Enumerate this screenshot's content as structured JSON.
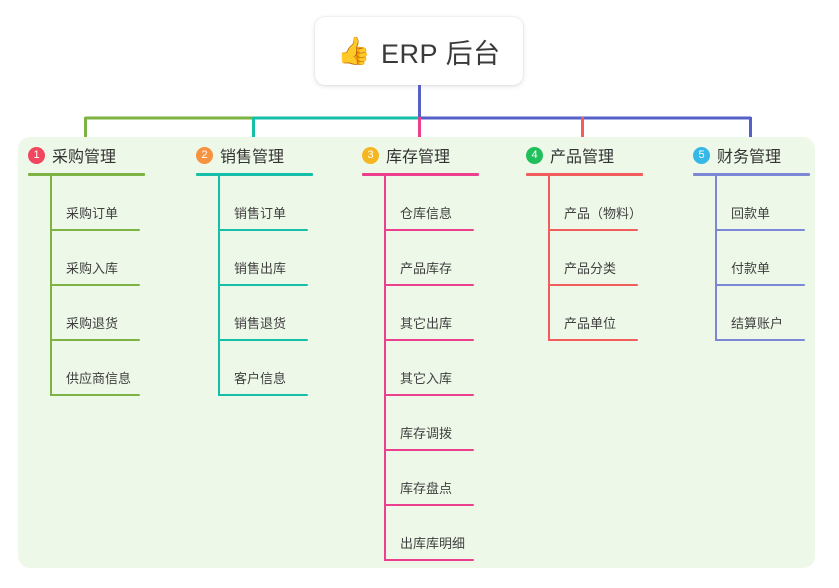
{
  "root": {
    "icon": "thumbs-up-icon",
    "emoji": "👍",
    "title": "ERP 后台"
  },
  "palette": {
    "panel_background": "#eef8e9",
    "page_background": "#ffffff",
    "root_text": "#3a3a3a",
    "bus_green": "#7cb342",
    "bus_teal": "#16bfa8",
    "bus_blue": "#5560c8",
    "stem_green": "#7cb342",
    "stem_teal": "#16bfa8",
    "stem_pink": "#ec3f8e",
    "stem_red": "#f15d5d",
    "stem_blue": "#5560c8",
    "root_stem": "#5560c8"
  },
  "columns": [
    {
      "index": "1",
      "badge_color": "#f0475f",
      "title": "采购管理",
      "line_color": "#7cb342",
      "items": [
        "采购订单",
        "采购入库",
        "采购退货",
        "供应商信息"
      ]
    },
    {
      "index": "2",
      "badge_color": "#f79240",
      "title": "销售管理",
      "line_color": "#16bfa8",
      "items": [
        "销售订单",
        "销售出库",
        "销售退货",
        "客户信息"
      ]
    },
    {
      "index": "3",
      "badge_color": "#f5b721",
      "title": "库存管理",
      "line_color": "#ec3f8e",
      "items": [
        "仓库信息",
        "产品库存",
        "其它出库",
        "其它入库",
        "库存调拨",
        "库存盘点",
        "出库库明细"
      ]
    },
    {
      "index": "4",
      "badge_color": "#21bf5b",
      "title": "产品管理",
      "line_color": "#f15d5d",
      "items": [
        "产品（物料）",
        "产品分类",
        "产品单位"
      ]
    },
    {
      "index": "5",
      "badge_color": "#35b8e8",
      "title": "财务管理",
      "line_color": "#7b88d6",
      "items": [
        "回款单",
        "付款单",
        "结算账户"
      ]
    }
  ]
}
